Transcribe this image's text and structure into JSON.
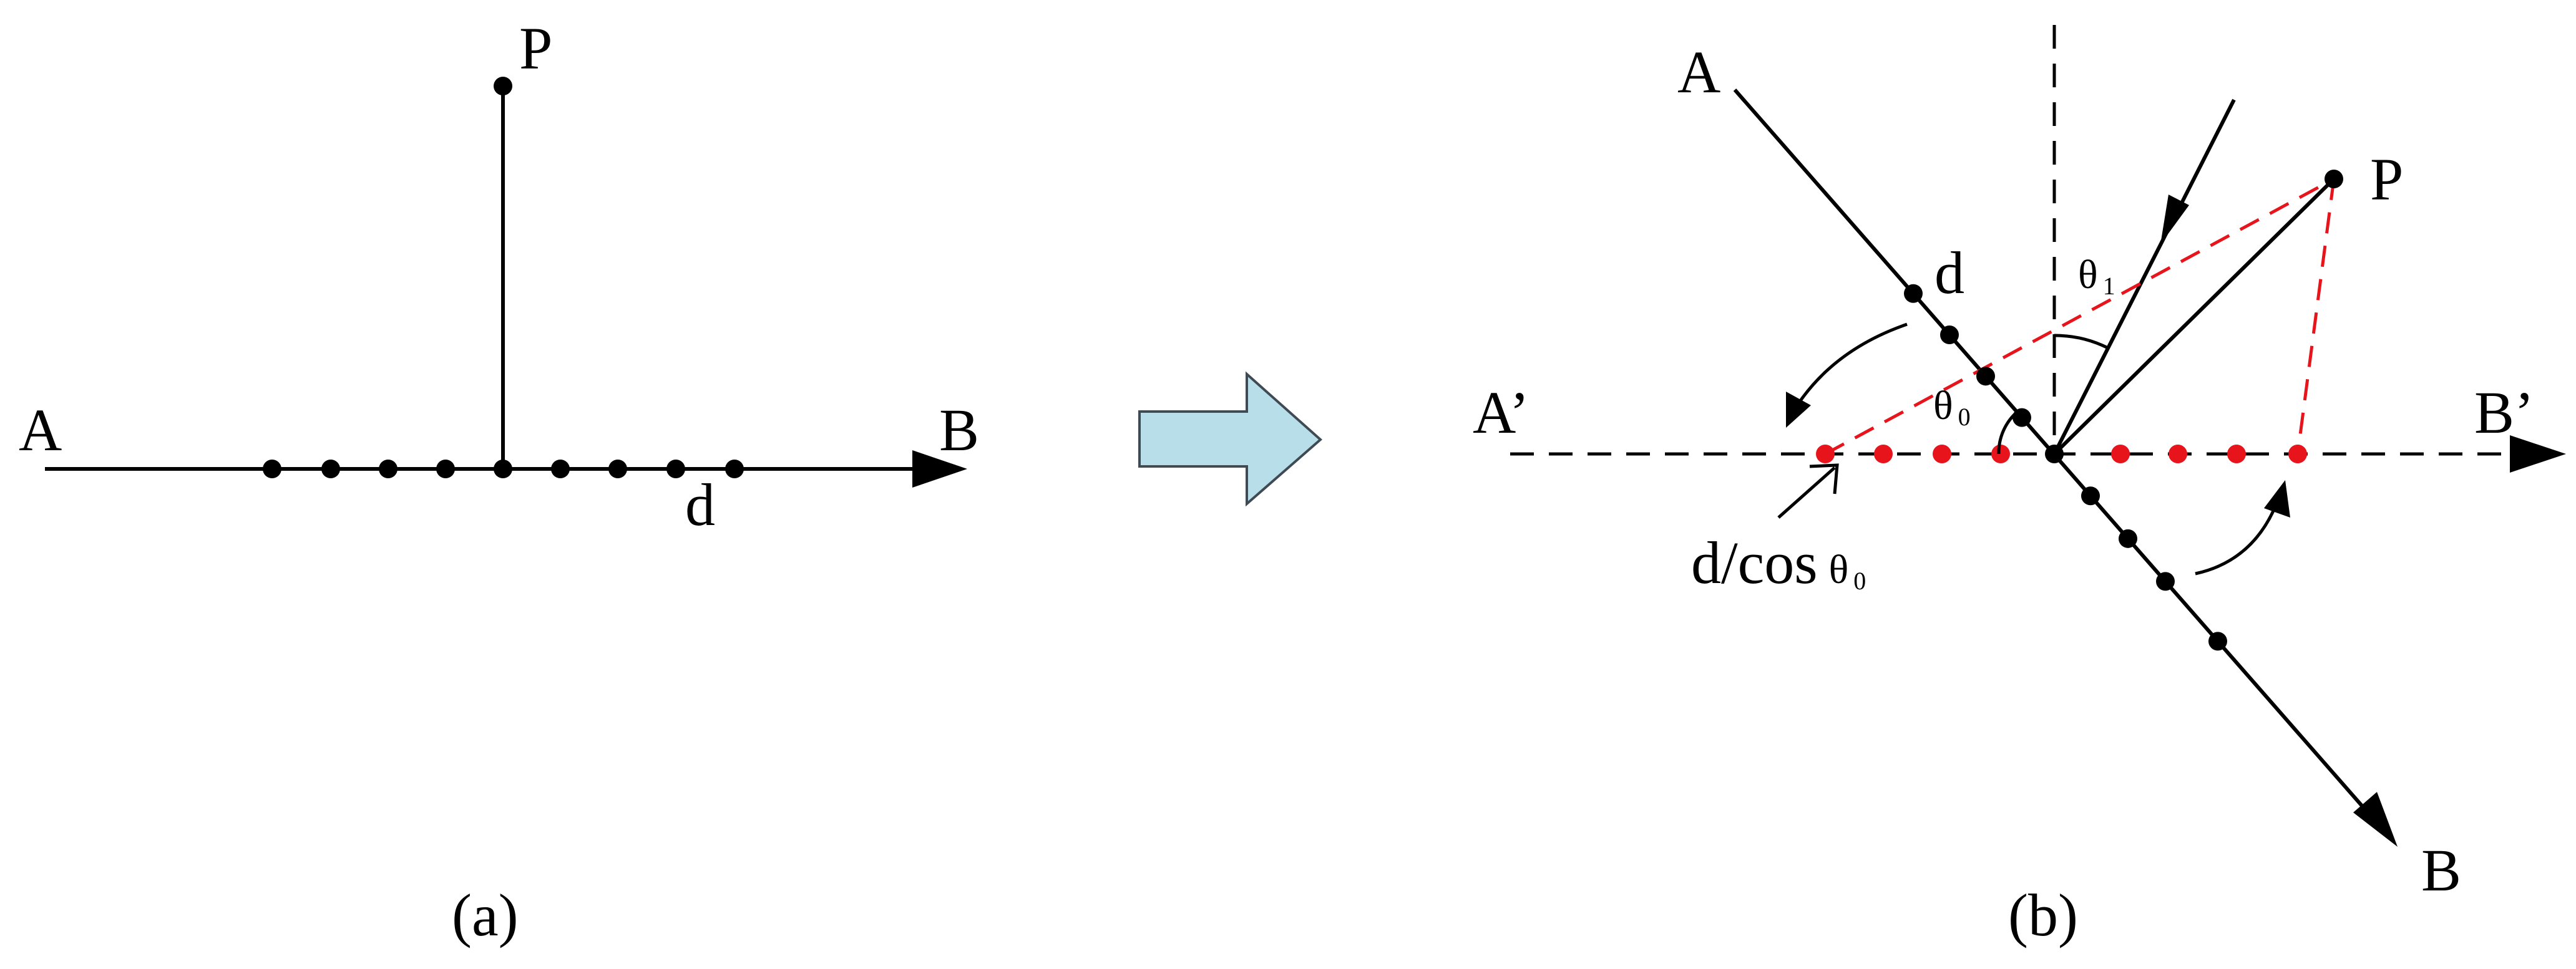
{
  "colors": {
    "line": "#000000",
    "red": "#e8141c",
    "arrow_fill": "#b8deea",
    "arrow_stroke": "#3f4a52"
  },
  "panel_a": {
    "label_a": "A",
    "label_b": "B",
    "label_p": "P",
    "label_d": "d",
    "caption": "(a)"
  },
  "panel_b": {
    "label_a": "A",
    "label_b": "B",
    "label_a_prime": "A’",
    "label_b_prime": "B’",
    "label_p": "P",
    "label_d": "d",
    "theta": "θ",
    "sub_0": "0",
    "sub_1": "1",
    "dcos_text": "d/cos",
    "caption": "(b)"
  },
  "icons": {
    "transform_arrow": "right-block-arrow-icon"
  }
}
